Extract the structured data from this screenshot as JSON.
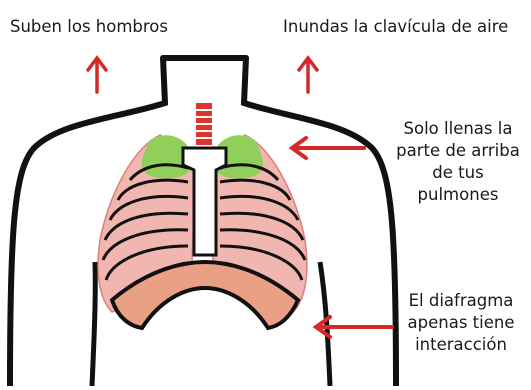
{
  "labels": {
    "shoulders": "Suben los hombros",
    "clavicle": "Inundas la clavícula de aire",
    "upper_lungs": [
      "Solo llenas la",
      "parte de arriba",
      "de tus",
      "pulmones"
    ],
    "diaphragm": [
      "El diafragma",
      "apenas tiene",
      "interacción"
    ]
  },
  "icons": {
    "shoulder_arrows": "arrow-up-icon",
    "pointer_arrows": "arrow-left-icon"
  },
  "colors": {
    "arrow": "#d62828",
    "lung_top": "#8fcf5a",
    "lung_body": "#f2b6b0",
    "diaphragm": "#e9a085",
    "trachea": "#e0322a",
    "outline": "#111111"
  }
}
